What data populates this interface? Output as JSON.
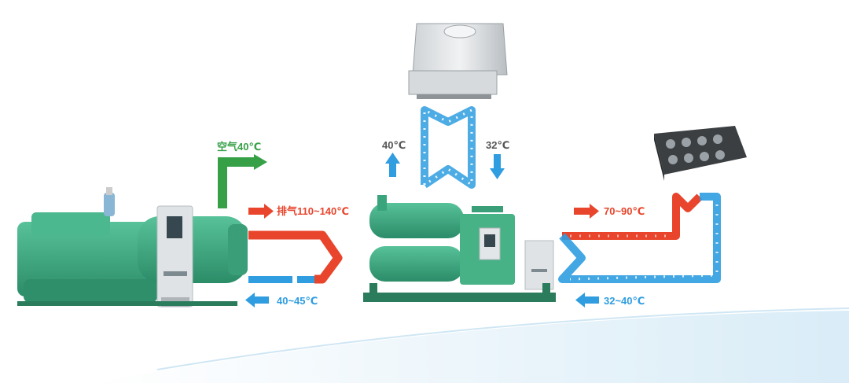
{
  "labels": {
    "air_out": "空气40℃",
    "exhaust_in": "排气110~140℃",
    "oil_return": "40~45℃",
    "tower_supply": "40℃",
    "tower_return": "32℃",
    "hot_water_out": "70~90℃",
    "cold_water_in": "32~40℃"
  },
  "colors": {
    "hot": "#e8452c",
    "cold": "#2f9de0",
    "air": "#35a046",
    "machine_green": "#3fae86",
    "panel_grey": "#dfe3e5",
    "label_grey": "#555555"
  }
}
